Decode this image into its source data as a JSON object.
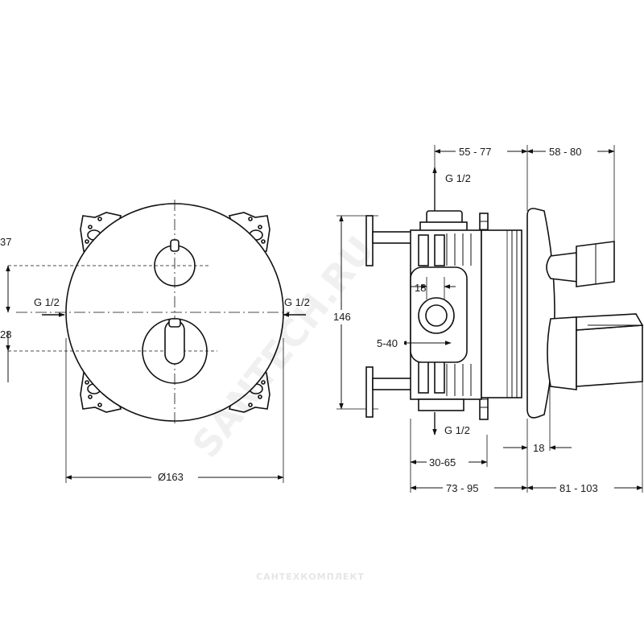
{
  "front_view": {
    "dim_37": "37",
    "dim_28": "28",
    "inlet_left": "G 1/2",
    "inlet_right": "G 1/2",
    "diameter": "Ø163"
  },
  "side_view": {
    "dim_55_77": "55 - 77",
    "dim_58_80": "58 - 80",
    "outlet_top": "G 1/2",
    "height_146": "146",
    "dim_18_mid": "18",
    "dim_5_40": "5-40",
    "outlet_bottom": "G 1/2",
    "dim_30_65": "30-65",
    "dim_18_right": "18",
    "dim_73_95": "73 - 95",
    "dim_81_103": "81 - 103"
  },
  "watermark": {
    "diagonal": "SANTECH.RU",
    "bottom": "САНТЕХКОМПЛЕКТ"
  }
}
